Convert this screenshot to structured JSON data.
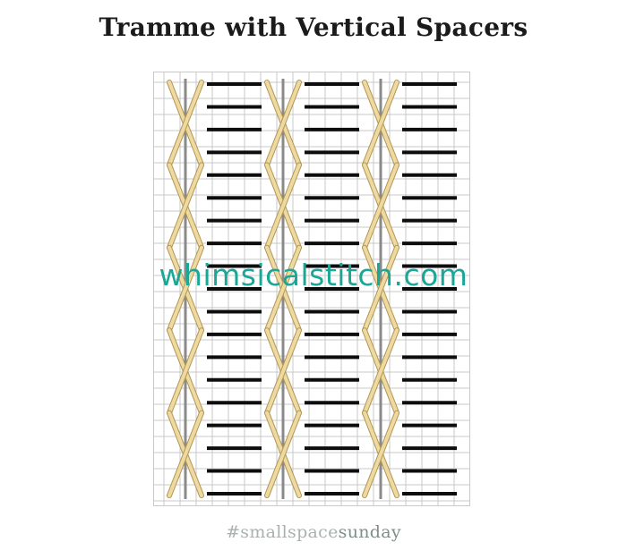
{
  "title": "Tramme with Vertical Spacers",
  "watermark": "whimsicalstitch.com",
  "hashtag": {
    "part1": "#smallspace",
    "part2": "sunday"
  },
  "diagram": {
    "columns": 3,
    "rows": 19,
    "colors": {
      "grid": "#c9c9c9",
      "tramme": "#8a8a8a",
      "cross_fill": "#eed9a0",
      "cross_outline": "#b19755",
      "bars": "#0d0d0d"
    }
  }
}
